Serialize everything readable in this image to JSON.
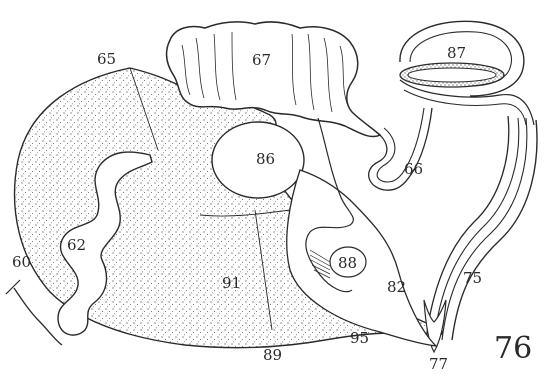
{
  "figure": {
    "number": "76",
    "labels": {
      "l60": "60",
      "l62": "62",
      "l65": "65",
      "l66": "66",
      "l67": "67",
      "l75": "75",
      "l77": "77",
      "l82": "82",
      "l86": "86",
      "l87": "87",
      "l88": "88",
      "l89": "89",
      "l91": "91",
      "l95": "95"
    }
  },
  "colors": {
    "ink": "#2a2a2a",
    "paper": "#ffffff"
  }
}
